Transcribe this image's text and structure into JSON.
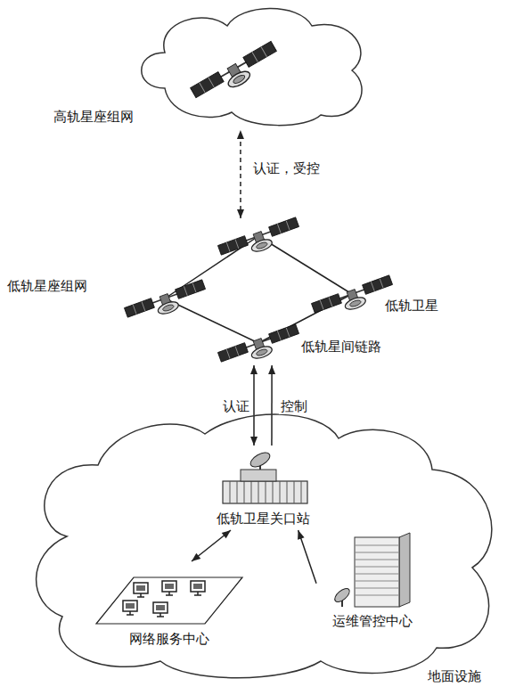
{
  "diagram": {
    "nodes": [
      {
        "text": [
          "高轨星座组网"
        ]
      },
      {
        "text": [
          "低轨星座组网"
        ]
      },
      {
        "text": [
          "地面设施"
        ]
      },
      {
        "text": [
          "低轨卫星关口站"
        ],
        "in": 2
      },
      {
        "text": [
          "网络服务中心"
        ],
        "in": 2
      },
      {
        "text": [
          "运维管控中心"
        ],
        "in": 2
      }
    ],
    "edges": [
      {
        "from": 1,
        "to": 0,
        "label": "认证，受控",
        "arrow": "both"
      },
      {
        "from": 3,
        "to": 1,
        "label": "认证",
        "arrow": "both"
      },
      {
        "from": 3,
        "to": 1,
        "label": "控制",
        "arrow": "to"
      },
      {
        "from": 3,
        "to": 4,
        "arrow": "both"
      },
      {
        "from": 5,
        "to": 3,
        "arrow": "to"
      }
    ],
    "labels": [
      "低轨卫星",
      "低轨星间链路"
    ]
  }
}
